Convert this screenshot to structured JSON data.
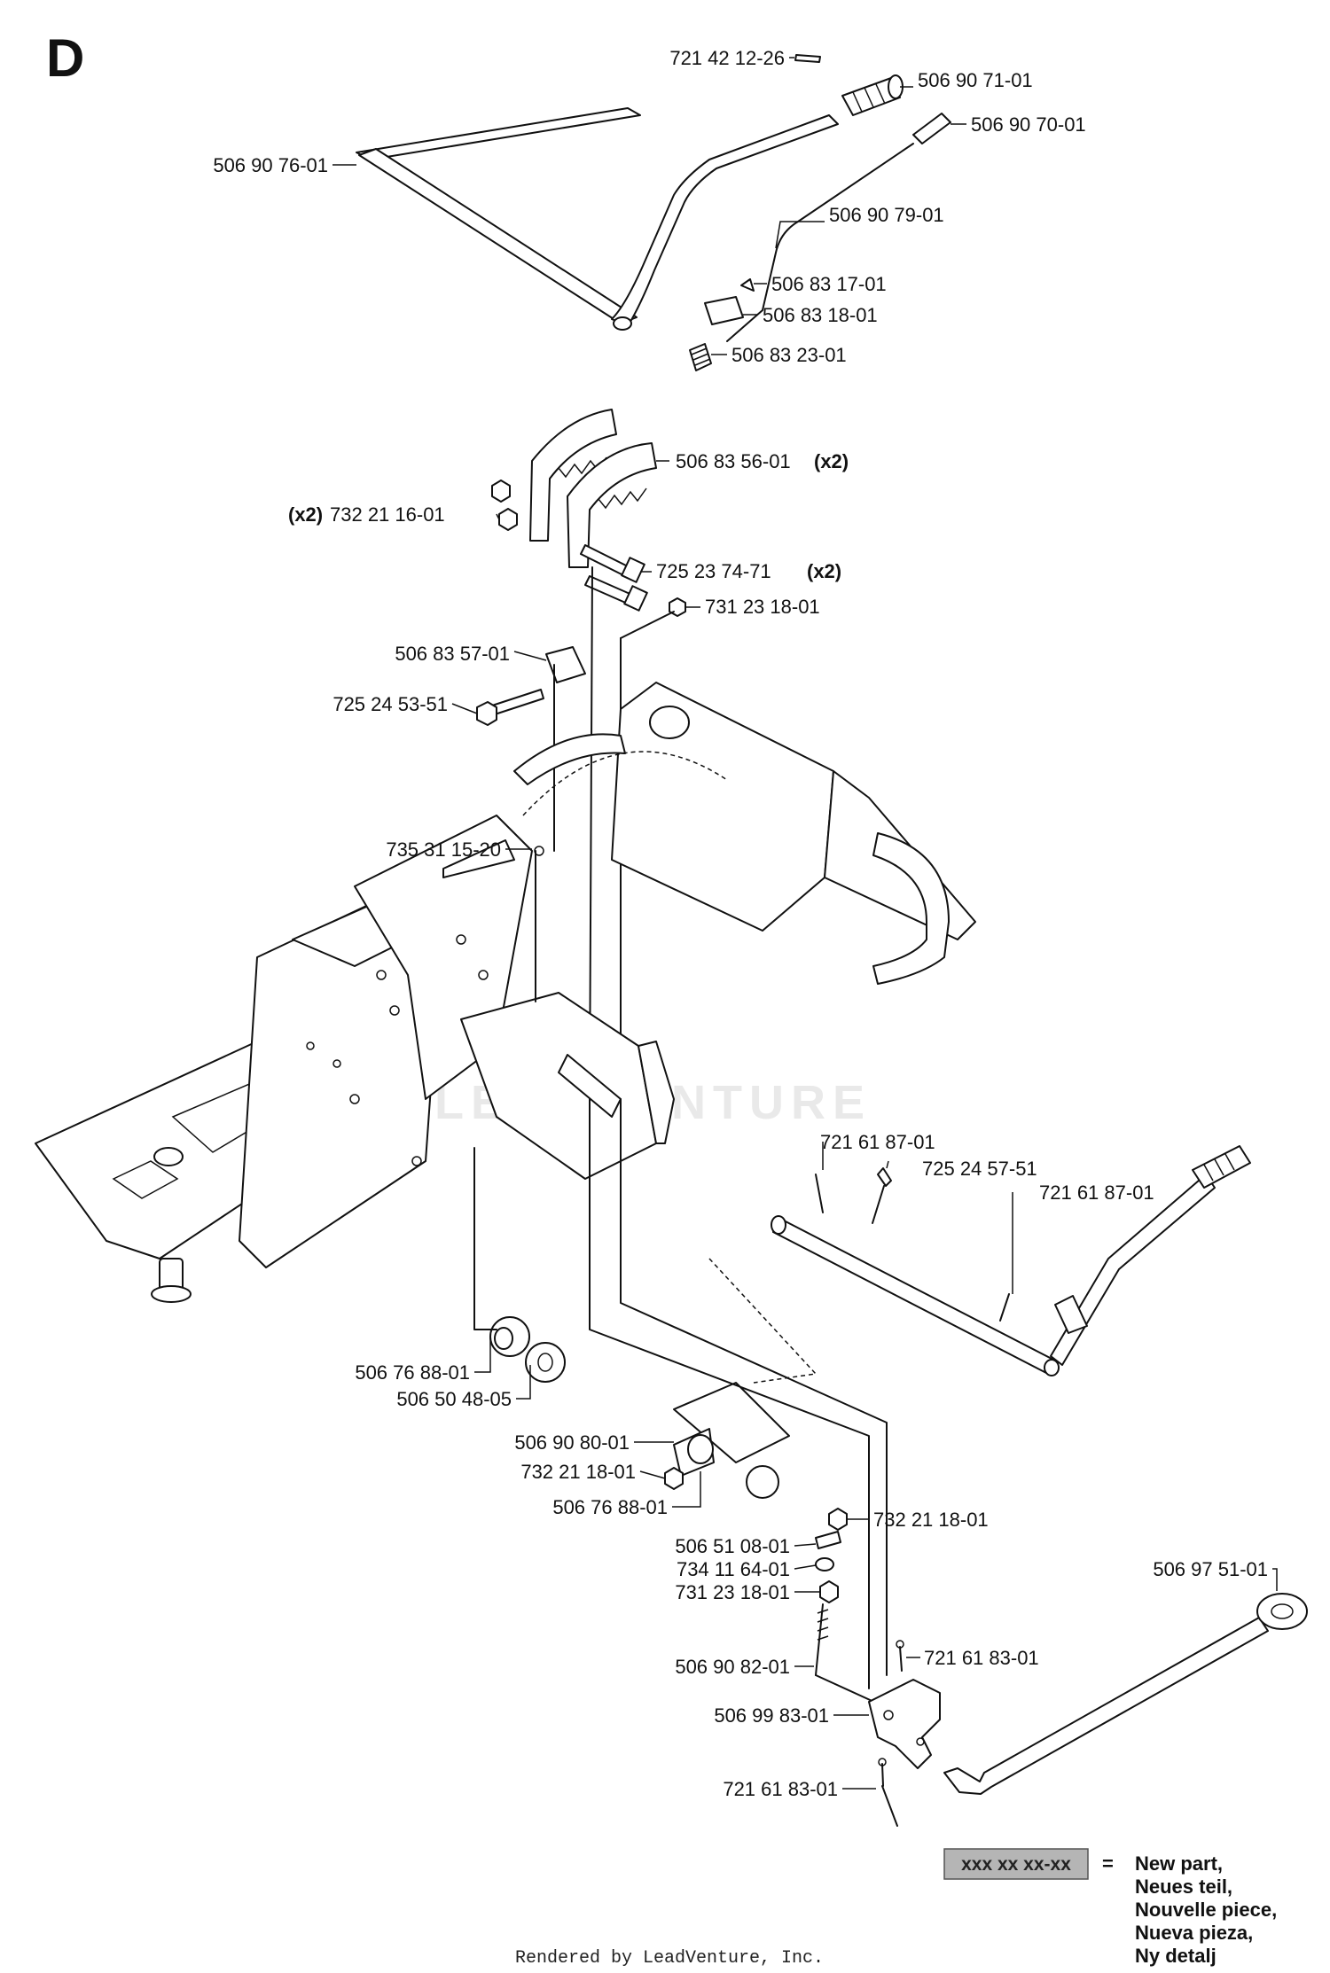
{
  "section_letter": "D",
  "callouts": [
    {
      "part": "721 42 12-26"
    },
    {
      "part": "506 90 71-01"
    },
    {
      "part": "506 90 70-01"
    },
    {
      "part": "506 90 76-01"
    },
    {
      "part": "506 90 79-01"
    },
    {
      "part": "506 83 17-01"
    },
    {
      "part": "506 83 18-01"
    },
    {
      "part": "506 83 23-01"
    },
    {
      "part": "506 83 56-01",
      "qty": "(x2)"
    },
    {
      "part": "732 21 16-01",
      "qty": "(x2)"
    },
    {
      "part": "725 23 74-71",
      "qty": "(x2)"
    },
    {
      "part": "731 23 18-01"
    },
    {
      "part": "506 83 57-01"
    },
    {
      "part": "725 24 53-51"
    },
    {
      "part": "735 31 15-20"
    },
    {
      "part": "721 61 87-01"
    },
    {
      "part": "725 24 57-51"
    },
    {
      "part": "721 61 87-01"
    },
    {
      "part": "506 76 88-01"
    },
    {
      "part": "506 50 48-05"
    },
    {
      "part": "506 90 80-01"
    },
    {
      "part": "732 21 18-01"
    },
    {
      "part": "506 76 88-01"
    },
    {
      "part": "506 51 08-01"
    },
    {
      "part": "732 21 18-01"
    },
    {
      "part": "734 11 64-01"
    },
    {
      "part": "731 23 18-01"
    },
    {
      "part": "506 97 51-01"
    },
    {
      "part": "721 61 83-01"
    },
    {
      "part": "506 90 82-01"
    },
    {
      "part": "506 99 83-01"
    },
    {
      "part": "721 61 83-01"
    }
  ],
  "legend": {
    "code": "xxx xx xx-xx",
    "equals": "=",
    "lines": [
      "New part,",
      "Neues teil,",
      "Nouvelle piece,",
      "Nueva pieza,",
      "Ny detalj"
    ]
  },
  "watermark": "LEADVENTURE",
  "footer": "Rendered by LeadVenture, Inc."
}
